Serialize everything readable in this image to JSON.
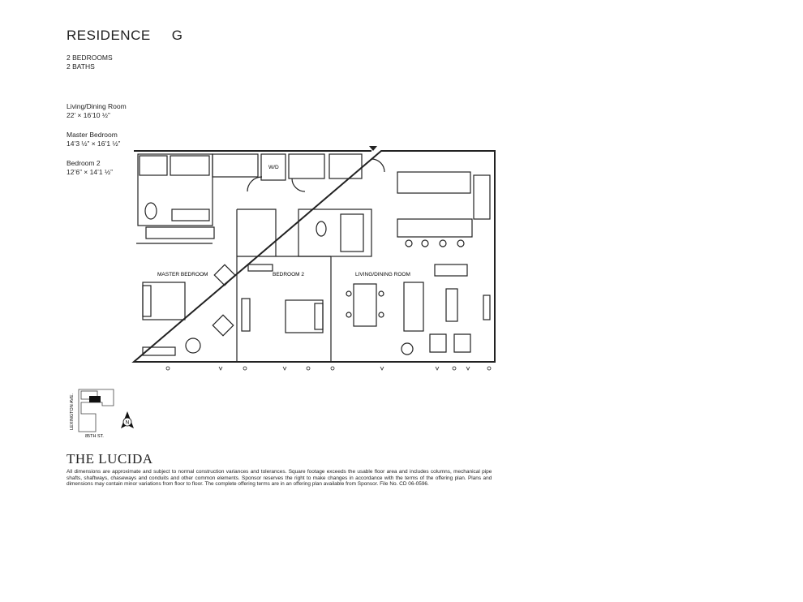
{
  "header": {
    "residence_label": "RESIDENCE",
    "unit_letter": "G",
    "bedrooms": "2 BEDROOMS",
    "baths": "2 BATHS"
  },
  "rooms": [
    {
      "name": "Living/Dining Room",
      "dimensions": "22’ × 16’10 ½”"
    },
    {
      "name": "Master Bedroom",
      "dimensions": "14’3 ½” × 16’1 ½”"
    },
    {
      "name": "Bedroom 2",
      "dimensions": "12’6” × 14’1 ½”"
    }
  ],
  "plan_labels": {
    "master_bedroom": "MASTER BEDROOM",
    "bedroom_2": "BEDROOM 2",
    "living_dining": "LIVING/DINING ROOM",
    "wd": "W/D"
  },
  "keyplan": {
    "street_vertical": "LEXINGTON AVE.",
    "street_horizontal": "85TH ST.",
    "compass_letter": "N"
  },
  "footer": {
    "brand": "THE LUCIDA",
    "disclaimer": "All dimensions are approximate and subject to normal construction variances and tolerances.  Square footage exceeds the usable floor area and includes columns, mechanical pipe shafts, shaftways, chaseways and conduits and other common elements. Sponsor reserves the right to make changes in accordance with the terms of the offering plan. Plans and dimensions may contain minor variations from floor to floor. The complete offering terms are in an offering plan available from Sponsor. File No. CD 06-0596."
  }
}
